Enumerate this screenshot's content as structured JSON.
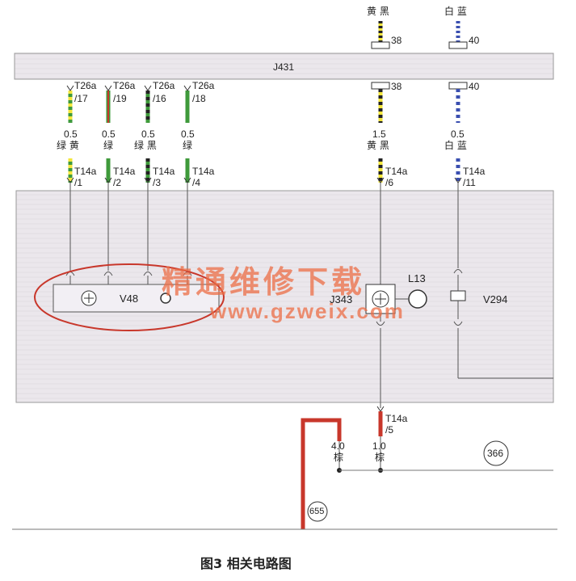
{
  "caption": "图3 相关电路图",
  "watermark": {
    "cn": "精通维修下载",
    "url": "www.gzweix.com"
  },
  "modules": {
    "j431": "J431",
    "v48": "V48",
    "j343": "J343",
    "l13": "L13",
    "v294": "V294"
  },
  "top_wires": {
    "w38": {
      "color": "黄 黑",
      "pin": "38"
    },
    "w40": {
      "color": "白 蓝",
      "pin": "40"
    }
  },
  "j431_pins_below": {
    "p38": "38",
    "p40": "40"
  },
  "left_wires": [
    {
      "conn": "T26a",
      "pin": "/17",
      "size": "0.5",
      "color": "绿 黄",
      "t14": "T14a",
      "t14pin": "/1"
    },
    {
      "conn": "T26a",
      "pin": "/19",
      "size": "0.5",
      "color": "绿",
      "t14": "T14a",
      "t14pin": "/2"
    },
    {
      "conn": "T26a",
      "pin": "/16",
      "size": "0.5",
      "color": "绿 黑",
      "t14": "T14a",
      "t14pin": "/3"
    },
    {
      "conn": "T26a",
      "pin": "/18",
      "size": "0.5",
      "color": "绿",
      "t14": "T14a",
      "t14pin": "/4"
    }
  ],
  "right_wires": [
    {
      "size": "1.5",
      "color": "黄 黑",
      "t14": "T14a",
      "t14pin": "/6"
    },
    {
      "size": "0.5",
      "color": "白 蓝",
      "t14": "T14a",
      "t14pin": "/11"
    }
  ],
  "ground_wire": {
    "t14": "T14a",
    "t14pin": "/5",
    "size": "1.0",
    "color": "棕"
  },
  "ground_wire_left": {
    "size": "4.0",
    "color": "棕"
  },
  "refs": {
    "r366": "366",
    "r655": "655"
  },
  "colors": {
    "band": "#e6e3e6",
    "box": "#ece8ee",
    "green": "#3f9a3b",
    "yellow": "#f3e63a",
    "black": "#222222",
    "red": "#c8372b",
    "blue": "#3a4fb0",
    "white": "#ffffff",
    "brown": "#7a4a2a"
  }
}
